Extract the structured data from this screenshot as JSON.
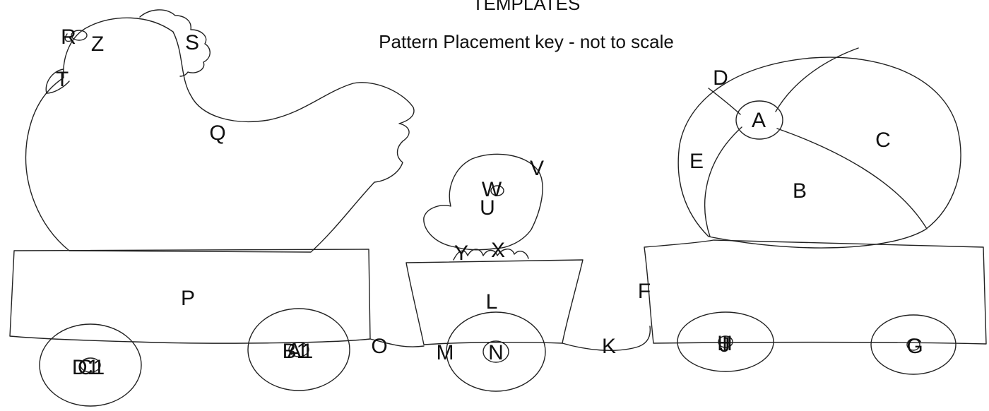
{
  "header": {
    "title": "TEMPLATES",
    "subtitle": "Pattern Placement key - not to scale"
  },
  "labels": {
    "A": "A",
    "B": "B",
    "C": "C",
    "D": "D",
    "E": "E",
    "F": "F",
    "G": "G",
    "H": "H",
    "I": "I",
    "J": "J",
    "K": "K",
    "L": "L",
    "M": "M",
    "N": "N",
    "O": "O",
    "P": "P",
    "Q": "Q",
    "R": "R",
    "S": "S",
    "T": "T",
    "U": "U",
    "V": "V",
    "W": "W",
    "X": "X",
    "Y": "Y",
    "Z": "Z",
    "A1": "A1",
    "B1": "B1",
    "C1": "C1",
    "D1": "D1"
  },
  "colors": {
    "line": "#222222",
    "text": "#111111",
    "background": "#ffffff"
  }
}
